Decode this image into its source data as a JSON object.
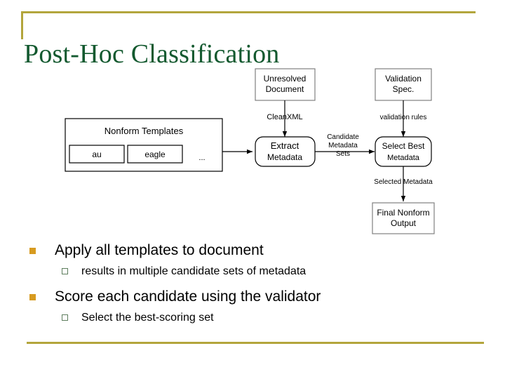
{
  "slide": {
    "title": "Post-Hoc Classification",
    "theme": {
      "accent_gold": "#b3a53c",
      "title_green": "#13592f",
      "bullet_l1_color": "#d79b20",
      "bullet_l2_border": "#5d7d5d",
      "background": "#ffffff"
    }
  },
  "diagram": {
    "nonform_templates": {
      "title": "Nonform Templates",
      "templates": [
        "au",
        "eagle"
      ],
      "ellipsis": "..."
    },
    "unresolved_document": "Unresolved\nDocument",
    "unresolved_document_line1": "Unresolved",
    "unresolved_document_line2": "Document",
    "clean_xml_label": "CleanXML",
    "extract_metadata_line1": "Extract",
    "extract_metadata_line2": "Metadata",
    "candidate_sets_line1": "Candidate",
    "candidate_sets_line2": "Metadata",
    "candidate_sets_line3": "Sets",
    "validation_spec_line1": "Validation",
    "validation_spec_line2": "Spec.",
    "validation_rules_label": "validation rules",
    "select_best_line1": "Select Best",
    "select_best_line2": "Metadata",
    "selected_metadata_label": "Selected Metadata",
    "final_output_line1": "Final Nonform",
    "final_output_line2": "Output"
  },
  "bullets": [
    {
      "level": 1,
      "text": "Apply all templates to document"
    },
    {
      "level": 2,
      "text": "results in multiple candidate sets of metadata"
    },
    {
      "level": 1,
      "text": "Score each candidate using the validator"
    },
    {
      "level": 2,
      "text": "Select the best-scoring set"
    }
  ]
}
